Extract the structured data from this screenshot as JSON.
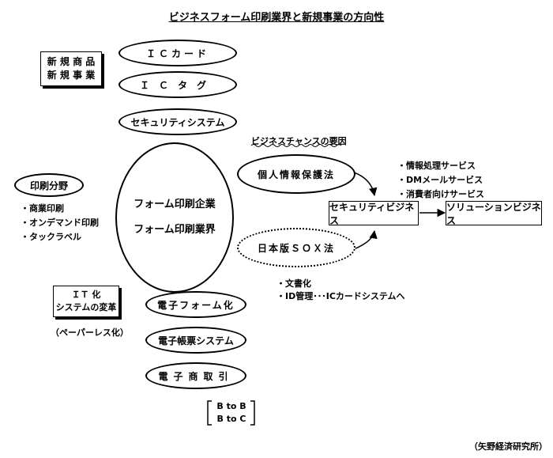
{
  "title": "ビジネスフォーム印刷業界と新規事業の方向性",
  "new_business_box": {
    "line1": "新 規 商 品",
    "line2": "新 規 事 業"
  },
  "new_products": [
    {
      "label": "ＩＣカード"
    },
    {
      "label": "ＩＣタグ"
    },
    {
      "label": "セキュリティシステム"
    }
  ],
  "center": {
    "line1": "フォーム印刷企業",
    "line2": "フォーム印刷業界"
  },
  "print_field": {
    "label": "印刷分野",
    "items": [
      "・商業印刷",
      "・オンデマンド印刷",
      "・タックラベル"
    ]
  },
  "it_box": {
    "line1": "ＩＴ 化",
    "line2": "システムの変革",
    "note": "（ペーパーレス化）"
  },
  "it_items": [
    {
      "label": "電子フォーム化"
    },
    {
      "label": "電子帳票システム"
    },
    {
      "label": "電子商取引"
    }
  ],
  "b2x": {
    "line1": "B to B",
    "line2": "B to C"
  },
  "chance": {
    "heading": "ビジネスチャンスの要因",
    "privacy_law": "個人情報保護法",
    "sox_law": "日本版ＳＯＸ法",
    "sox_items": [
      "・文書化",
      "・ID管理･･･ICカードシステムへ"
    ]
  },
  "security_business": "セキュリティビジネス",
  "solution_business": "ソリューションビジネス",
  "services": [
    "・情報処理サービス",
    "・DMメールサービス",
    "・消費者向けサービス"
  ],
  "source": "（矢野経済研究所）"
}
